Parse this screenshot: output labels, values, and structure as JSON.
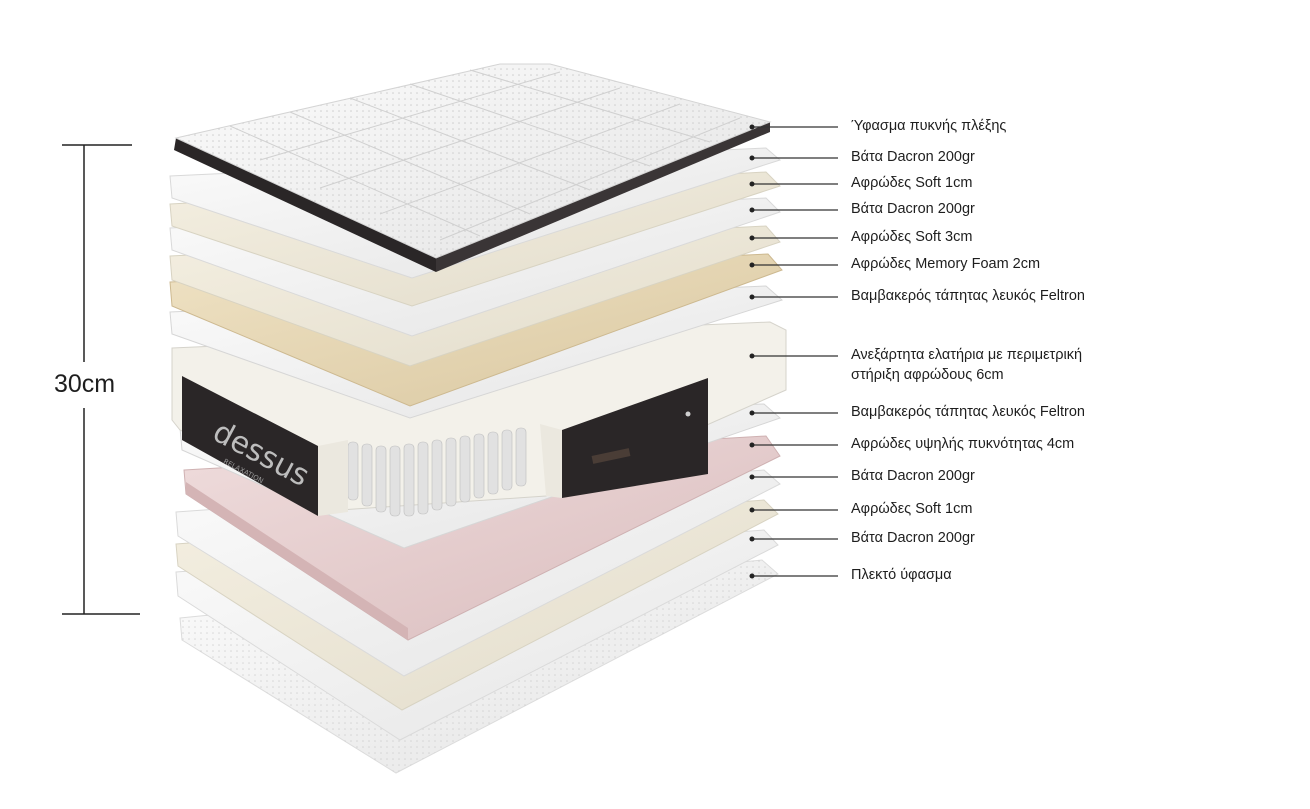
{
  "height_label": "30cm",
  "brand": {
    "name": "dessus",
    "tagline": "RELAXATION"
  },
  "colors": {
    "white_layer": "#f3f3f3",
    "cream_layer": "#ece7d7",
    "memory_foam": "#e6d6b3",
    "pink_foam": "#e7d0d1",
    "dark_fabric": "#2a2627",
    "springs": "#d9d9d9"
  },
  "layers": [
    {
      "label": "Ύφασμα πυκνής πλέξης"
    },
    {
      "label": "Βάτα Dacron 200gr"
    },
    {
      "label": "Αφρώδες Soft 1cm"
    },
    {
      "label": "Βάτα Dacron 200gr"
    },
    {
      "label": "Αφρώδες Soft 3cm"
    },
    {
      "label": "Αφρώδες Memory Foam 2cm"
    },
    {
      "label": "Βαμβακερός τάπητας λευκός Feltron"
    },
    {
      "label": "Ανεξάρτητα ελατήρια με περιμετρική",
      "label2": "στήριξη αφρώδους 6cm"
    },
    {
      "label": "Βαμβακερός τάπητας λευκός Feltron"
    },
    {
      "label": "Αφρώδες υψηλής πυκνότητας 4cm"
    },
    {
      "label": "Βάτα Dacron 200gr"
    },
    {
      "label": "Αφρώδες Soft 1cm"
    },
    {
      "label": "Βάτα Dacron 200gr"
    },
    {
      "label": "Πλεκτό ύφασμα"
    }
  ]
}
